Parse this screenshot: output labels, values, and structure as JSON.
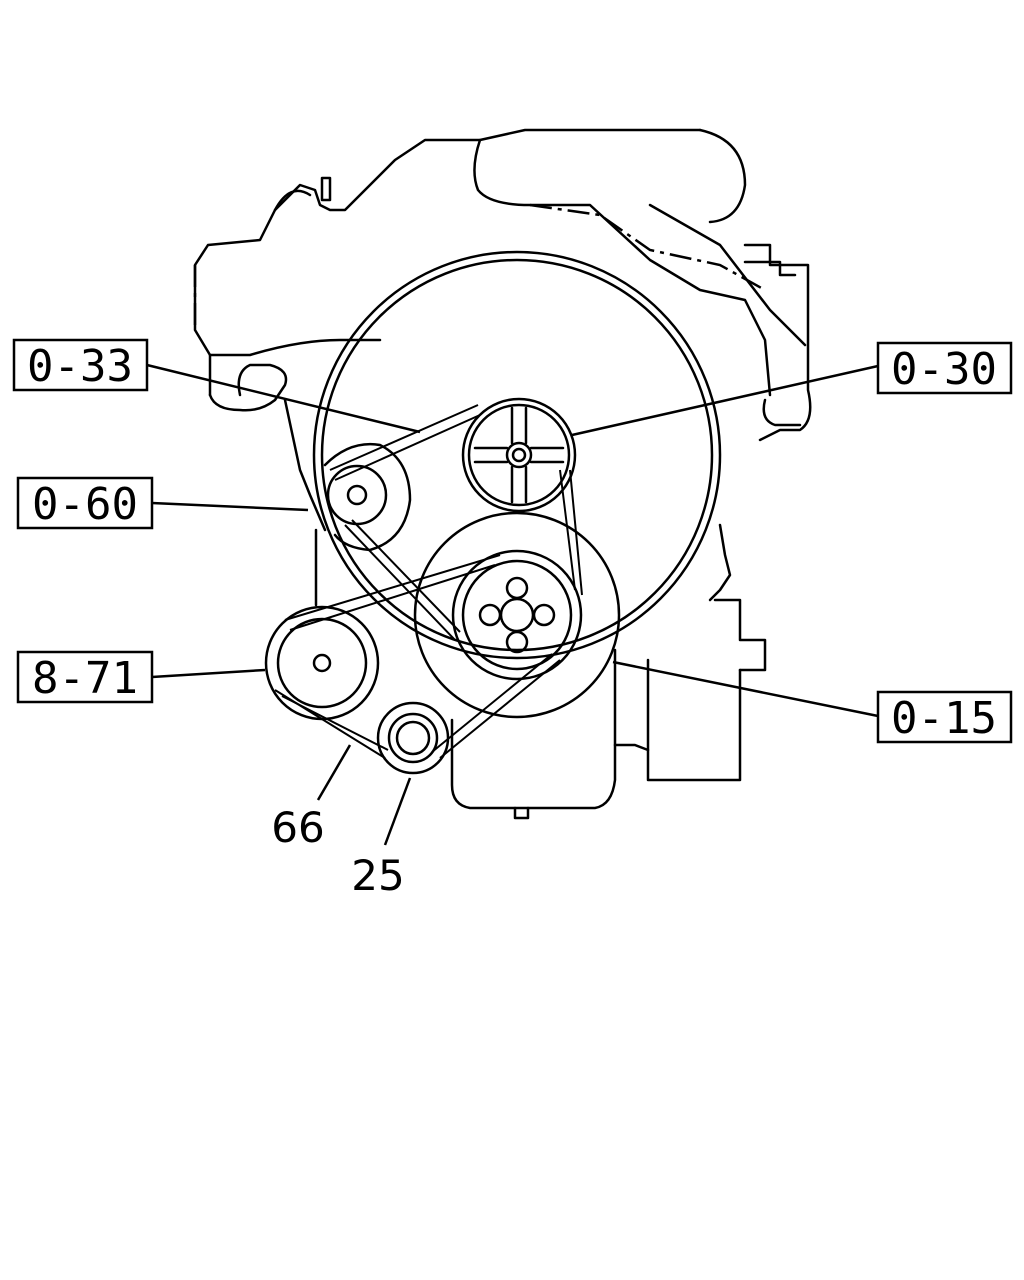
{
  "callouts": {
    "c_0_33": "0-33",
    "c_0_30": "0-30",
    "c_0_60": "0-60",
    "c_8_71": "8-71",
    "c_0_15": "0-15"
  },
  "part_numbers": {
    "p66": "66",
    "p25": "25"
  }
}
